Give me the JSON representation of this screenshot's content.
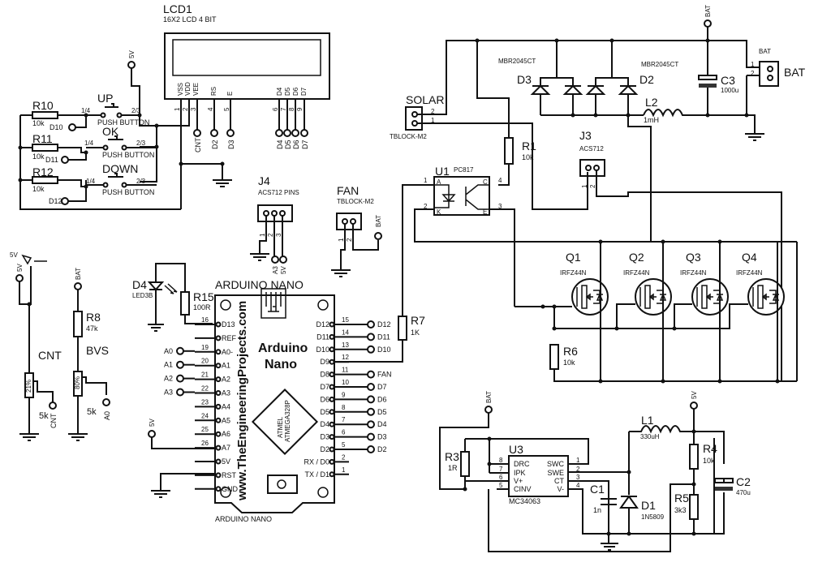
{
  "lcd": {
    "ref": "LCD1",
    "value": "16X2 LCD 4 BIT",
    "pins": [
      "VSS",
      "VDD",
      "VEE",
      "RS",
      "E",
      "D4",
      "D5",
      "D6",
      "D7"
    ],
    "pin_numbers": [
      "1",
      "2",
      "3",
      "4",
      "5",
      "6",
      "7",
      "8",
      "9"
    ],
    "nets": [
      "CNT",
      "D2",
      "D3",
      "D4",
      "D5",
      "D6",
      "D7"
    ]
  },
  "buttons": [
    {
      "name": "UP",
      "type": "PUSH BUTTON",
      "resistor": "R10",
      "rvalue": "10k",
      "net": "D10",
      "pin_a": "1/4",
      "pin_b": "2/3"
    },
    {
      "name": "OK",
      "type": "PUSH BUTTON",
      "resistor": "R11",
      "rvalue": "10k",
      "net": "D11",
      "pin_a": "1/4",
      "pin_b": "2/3"
    },
    {
      "name": "DOWN",
      "type": "PUSH BUTTON",
      "resistor": "R12",
      "rvalue": "10k",
      "net": "D12",
      "pin_a": "1/4",
      "pin_b": "2/3"
    }
  ],
  "rail_5v": "5V",
  "rail_bat": "BAT",
  "pots": {
    "cnt": {
      "label": "CNT",
      "value": "5k",
      "percent": "21%",
      "net": "CNT"
    },
    "bvs": {
      "label": "BVS",
      "value": "5k",
      "percent": "80%",
      "net": "A0",
      "series_ref": "R8",
      "series_value": "47k"
    }
  },
  "led": {
    "ref": "D4",
    "value": "LED3B",
    "resistor": "R15",
    "rvalue": "100R"
  },
  "j4": {
    "ref": "J4",
    "value": "ACS712 PINS",
    "pins": [
      "1",
      "2",
      "3"
    ],
    "nets": [
      "A3",
      "5V"
    ]
  },
  "fan": {
    "ref": "FAN",
    "value": "TBLOCK-M2",
    "pins": [
      "1",
      "2"
    ],
    "net": "BAT"
  },
  "arduino": {
    "title": "ARDUINO NANO",
    "footer": "ARDUINO NANO",
    "brand1": "Arduino",
    "brand2": "Nano",
    "watermark": "www.TheEngineeringProjects.com",
    "chip1": "ATMEL",
    "chip2": "ATMEGA328P",
    "left_pins": [
      {
        "num": "16",
        "label": "D13"
      },
      {
        "num": "",
        "label": "REF"
      },
      {
        "num": "19",
        "label": "A0-",
        "net": "A0"
      },
      {
        "num": "20",
        "label": "A1",
        "net": "A1"
      },
      {
        "num": "21",
        "label": "A2",
        "net": "A2"
      },
      {
        "num": "22",
        "label": "A3",
        "net": "A3"
      },
      {
        "num": "23",
        "label": "A4"
      },
      {
        "num": "24",
        "label": "A5"
      },
      {
        "num": "25",
        "label": "A6"
      },
      {
        "num": "26",
        "label": "A7"
      },
      {
        "num": "",
        "label": "5V"
      },
      {
        "num": "",
        "label": "RST"
      },
      {
        "num": "",
        "label": "GND"
      }
    ],
    "right_pins": [
      {
        "num": "15",
        "label": "D12",
        "net": "D12"
      },
      {
        "num": "14",
        "label": "D11",
        "net": "D11"
      },
      {
        "num": "13",
        "label": "D10",
        "net": "D10"
      },
      {
        "num": "12",
        "label": "D9"
      },
      {
        "num": "11",
        "label": "D8",
        "net": "FAN"
      },
      {
        "num": "10",
        "label": "D7",
        "net": "D7"
      },
      {
        "num": "9",
        "label": "D6",
        "net": "D6"
      },
      {
        "num": "8",
        "label": "D5",
        "net": "D5"
      },
      {
        "num": "7",
        "label": "D4",
        "net": "D4"
      },
      {
        "num": "6",
        "label": "D3",
        "net": "D3"
      },
      {
        "num": "5",
        "label": "D2",
        "net": "D2"
      },
      {
        "num": "2",
        "label": "RX / D0"
      },
      {
        "num": "1",
        "label": "TX / D1"
      }
    ],
    "vin_net": "5V"
  },
  "r7": {
    "ref": "R7",
    "value": "1K"
  },
  "solar": {
    "ref": "SOLAR",
    "value": "TBLOCK-M2",
    "pins": [
      "2",
      "1"
    ]
  },
  "r1": {
    "ref": "R1",
    "value": "10k"
  },
  "u1": {
    "ref": "U1",
    "value": "PC817",
    "pins": {
      "A": "A",
      "K": "K",
      "C": "C",
      "E": "E"
    },
    "nums": [
      "1",
      "2",
      "4",
      "3"
    ]
  },
  "diodes": [
    {
      "ref": "D3",
      "value": "MBR2045CT"
    },
    {
      "ref": "D2",
      "value": "MBR2045CT"
    }
  ],
  "l2": {
    "ref": "L2",
    "value": "1mH"
  },
  "c3": {
    "ref": "C3",
    "value": "1000u"
  },
  "bat": {
    "ref": "BAT",
    "value": "BAT",
    "pins": [
      "1",
      "2"
    ]
  },
  "j3": {
    "ref": "J3",
    "value": "ACS712",
    "pins": [
      "1",
      "2"
    ]
  },
  "mosfets": [
    {
      "ref": "Q1",
      "value": "IRFZ44N"
    },
    {
      "ref": "Q2",
      "value": "IRFZ44N"
    },
    {
      "ref": "Q3",
      "value": "IRFZ44N"
    },
    {
      "ref": "Q4",
      "value": "IRFZ44N"
    }
  ],
  "r6": {
    "ref": "R6",
    "value": "10k"
  },
  "u3": {
    "ref": "U3",
    "value": "MC34063",
    "left": [
      [
        "8",
        "DRC"
      ],
      [
        "7",
        "IPK"
      ],
      [
        "6",
        "V+"
      ],
      [
        "5",
        "CINV"
      ]
    ],
    "right": [
      [
        "1",
        "SWC"
      ],
      [
        "2",
        "SWE"
      ],
      [
        "3",
        "CT"
      ],
      [
        "4",
        "V-"
      ]
    ]
  },
  "r3": {
    "ref": "R3",
    "value": "1R"
  },
  "l1": {
    "ref": "L1",
    "value": "330uH"
  },
  "c1": {
    "ref": "C1",
    "value": "1n"
  },
  "d1": {
    "ref": "D1",
    "value": "1N5809"
  },
  "r4": {
    "ref": "R4",
    "value": "10k"
  },
  "r5": {
    "ref": "R5",
    "value": "3k3"
  },
  "c2": {
    "ref": "C2",
    "value": "470u"
  }
}
